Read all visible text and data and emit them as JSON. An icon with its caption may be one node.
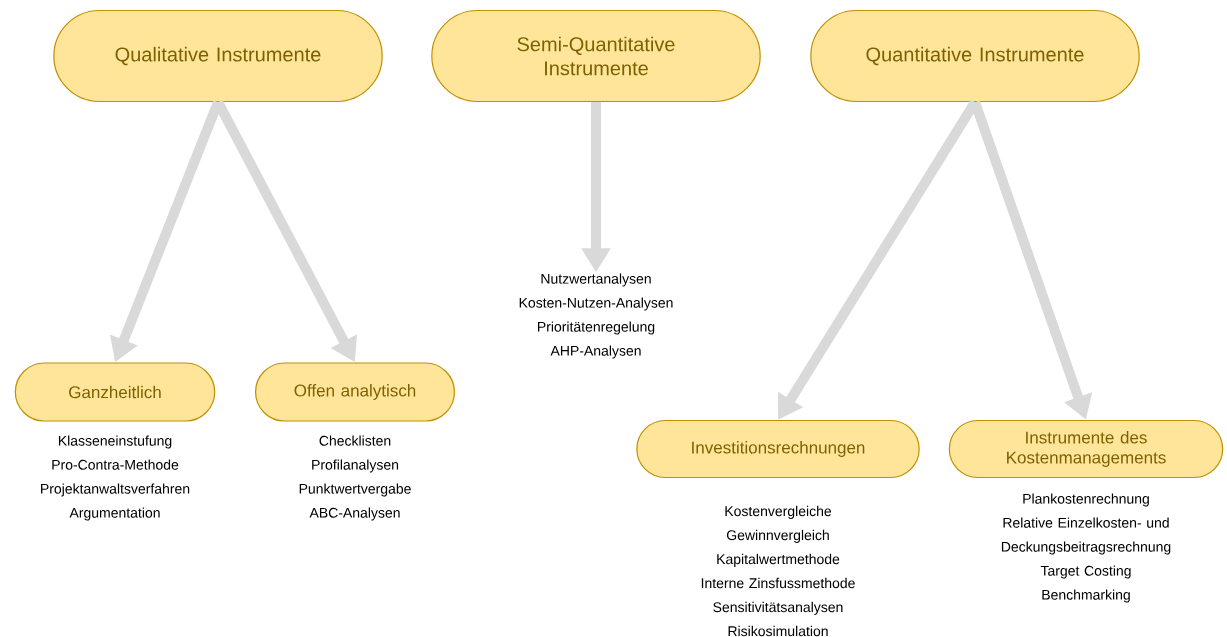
{
  "diagram": {
    "nodes": [
      {
        "text": [
          "Qualitative Instrumente"
        ]
      },
      {
        "text": [
          "Semi-Quantitative Instrumente"
        ]
      },
      {
        "text": [
          "Quantitative Instrumente"
        ]
      },
      {
        "text": [
          "Ganzheitlich"
        ],
        "beside": [
          "Klasseneinstufung",
          "Pro-Contra-Methode",
          "Projektanwaltsverfahren",
          "Argumentation"
        ]
      },
      {
        "text": [
          "Offen analytisch"
        ],
        "beside": [
          "Checklisten",
          "Profilanalysen",
          "Punktwertvergabe",
          "ABC-Analysen"
        ]
      },
      {
        "text": [
          "Nutzwertanalysen",
          "Kosten-Nutzen-Analysen",
          "Prioritätenregelung",
          "AHP-Analysen"
        ]
      },
      {
        "text": [
          "Investitionsrechnungen"
        ],
        "beside": [
          "Kostenvergleiche",
          "Gewinnvergleich",
          "Kapitalwertmethode",
          "Interne Zinsfussmethode",
          "Sensitivitätsanalysen",
          "Risikosimulation"
        ]
      },
      {
        "text": [
          "Instrumente des Kostenmanagements"
        ],
        "beside": [
          "Plankostenrechnung",
          "Relative Einzelkosten- und Deckungsbeitragsrechnung",
          "Target Costing",
          "Benchmarking"
        ]
      }
    ],
    "edges": [
      {
        "from": 0,
        "to": 3,
        "arrow": "to"
      },
      {
        "from": 0,
        "to": 4,
        "arrow": "to"
      },
      {
        "from": 1,
        "to": 5,
        "arrow": "to"
      },
      {
        "from": 2,
        "to": 6,
        "arrow": "to"
      },
      {
        "from": 2,
        "to": 7,
        "arrow": "to"
      }
    ]
  }
}
